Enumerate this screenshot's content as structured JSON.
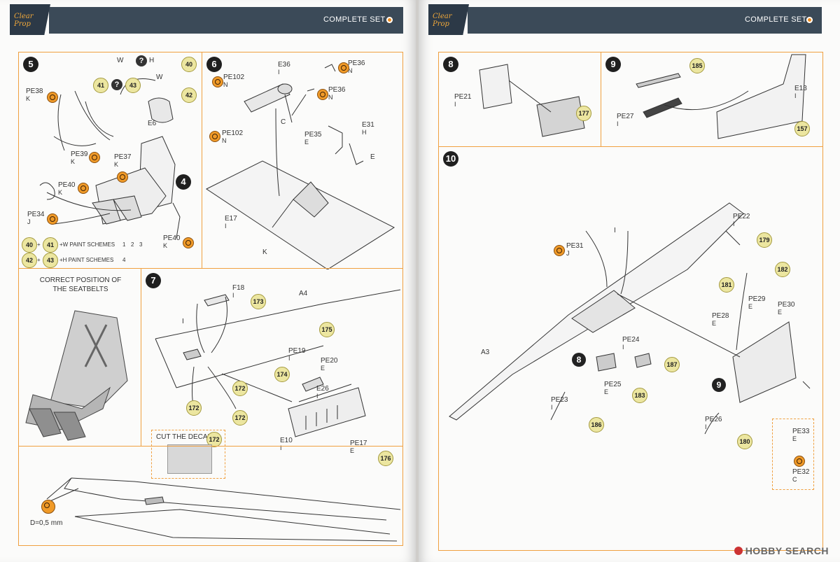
{
  "header": {
    "left_title": "COMPLETE SET",
    "right_title": "COMPLETE SET",
    "logo_text": "Clear Prop"
  },
  "steps": {
    "s5": "5",
    "s6": "6",
    "s7": "7",
    "s8": "8",
    "s9": "9",
    "s10": "10",
    "s4": "4"
  },
  "step5": {
    "W": "W",
    "H": "H",
    "W2": "W",
    "E6": "E6",
    "PE38": "PE38",
    "PE38k": "K",
    "PE39": "PE39",
    "PE39k": "K",
    "PE37": "PE37",
    "PE37k": "K",
    "PE40a": "PE40",
    "PE40ak": "K",
    "PE34": "PE34",
    "PE34k": "J",
    "PE40b": "PE40",
    "PE40bk": "K",
    "d40": "40",
    "d41": "41",
    "d42": "42",
    "d43": "43",
    "legend1": "+W PAINT SCHEMES",
    "legend2": "+H PAINT SCHEMES",
    "ps1": "1",
    "ps2": "2",
    "ps3": "3",
    "ps4": "4"
  },
  "step6": {
    "E36": "E36",
    "E36k": "I",
    "PE36a": "PE36",
    "PE36ak": "N",
    "PE102a": "PE102",
    "PE102ak": "N",
    "PE36b": "PE36",
    "PE36bk": "N",
    "C": "C",
    "PE102b": "PE102",
    "PE102bk": "N",
    "PE35": "PE35",
    "PE35k": "E",
    "E31": "E31",
    "E31k": "H",
    "E": "E",
    "E17": "E17",
    "E17k": "I",
    "K": "K"
  },
  "belts": {
    "caption_1": "CORRECT POSITION OF",
    "caption_2": "THE SEATBELTS"
  },
  "step7": {
    "F18": "F18",
    "F18k": "I",
    "A4": "A4",
    "I": "I",
    "d173": "173",
    "d175": "175",
    "PE19": "PE19",
    "PE19k": "I",
    "PE20": "PE20",
    "PE20k": "E",
    "d174": "174",
    "E26": "E26",
    "E26k": "I",
    "d172a": "172",
    "d172b": "172",
    "d172c": "172",
    "E10": "E10",
    "E10k": "I",
    "PE17": "PE17",
    "PE17k": "E",
    "d176": "176",
    "cut": "CUT THE DECAL",
    "d172d": "172",
    "drill": "D=0,5 mm"
  },
  "step8": {
    "PE21": "PE21",
    "PE21k": "I",
    "d177": "177"
  },
  "step9": {
    "d185": "185",
    "E13": "E13",
    "E13k": "I",
    "PE27": "PE27",
    "PE27k": "I",
    "d157": "157"
  },
  "step10": {
    "PE22": "PE22",
    "PE22k": "I",
    "d179": "179",
    "PE31": "PE31",
    "PE31k": "J",
    "I": "I",
    "d182": "182",
    "d181": "181",
    "PE29": "PE29",
    "PE29k": "E",
    "PE30": "PE30",
    "PE30k": "E",
    "PE28": "PE28",
    "PE28k": "E",
    "A3": "A3",
    "PE24": "PE24",
    "PE24k": "I",
    "d187": "187",
    "PE25": "PE25",
    "PE25k": "E",
    "d183": "183",
    "PE23": "PE23",
    "PE23k": "I",
    "d186": "186",
    "PE26": "PE26",
    "PE26k": "I",
    "d180": "180",
    "PE33": "PE33",
    "PE33k": "E",
    "PE32": "PE32",
    "PE32k": "C",
    "sub8": "8",
    "sub9": "9"
  },
  "watermark": "HOBBY SEARCH"
}
